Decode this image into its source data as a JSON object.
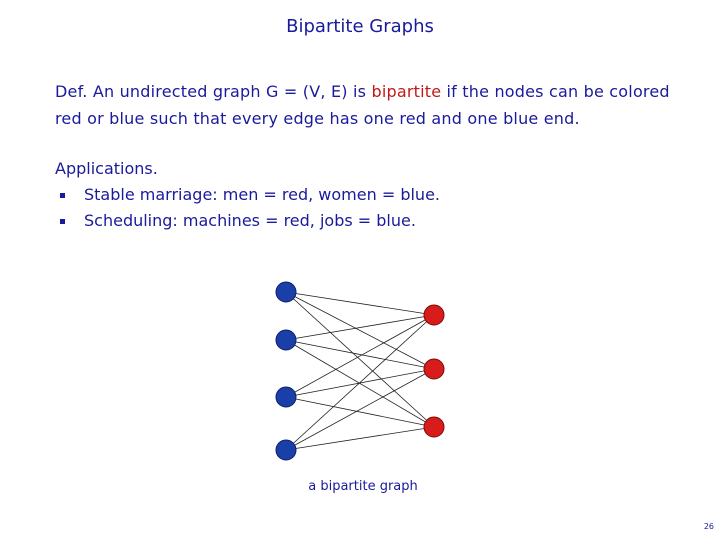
{
  "slide": {
    "title": "Bipartite Graphs",
    "definition": {
      "label": "Def.",
      "text_before": "  An undirected graph G = (V, E) is ",
      "term": "bipartite",
      "text_after": " if the nodes can be colored red or blue such that every edge has one red and one blue end."
    },
    "applications": {
      "heading": "Applications.",
      "items": [
        "Stable marriage:  men = red, women = blue.",
        "Scheduling:  machines = red, jobs = blue."
      ]
    },
    "figure": {
      "caption": "a bipartite graph",
      "left_nodes": 4,
      "right_nodes": 3,
      "edges": "complete",
      "left_color": "#1a3fa8",
      "right_color": "#d81c1c"
    },
    "page_number": "26"
  },
  "colors": {
    "text": "#1a1a9c",
    "highlight": "#c21818"
  }
}
